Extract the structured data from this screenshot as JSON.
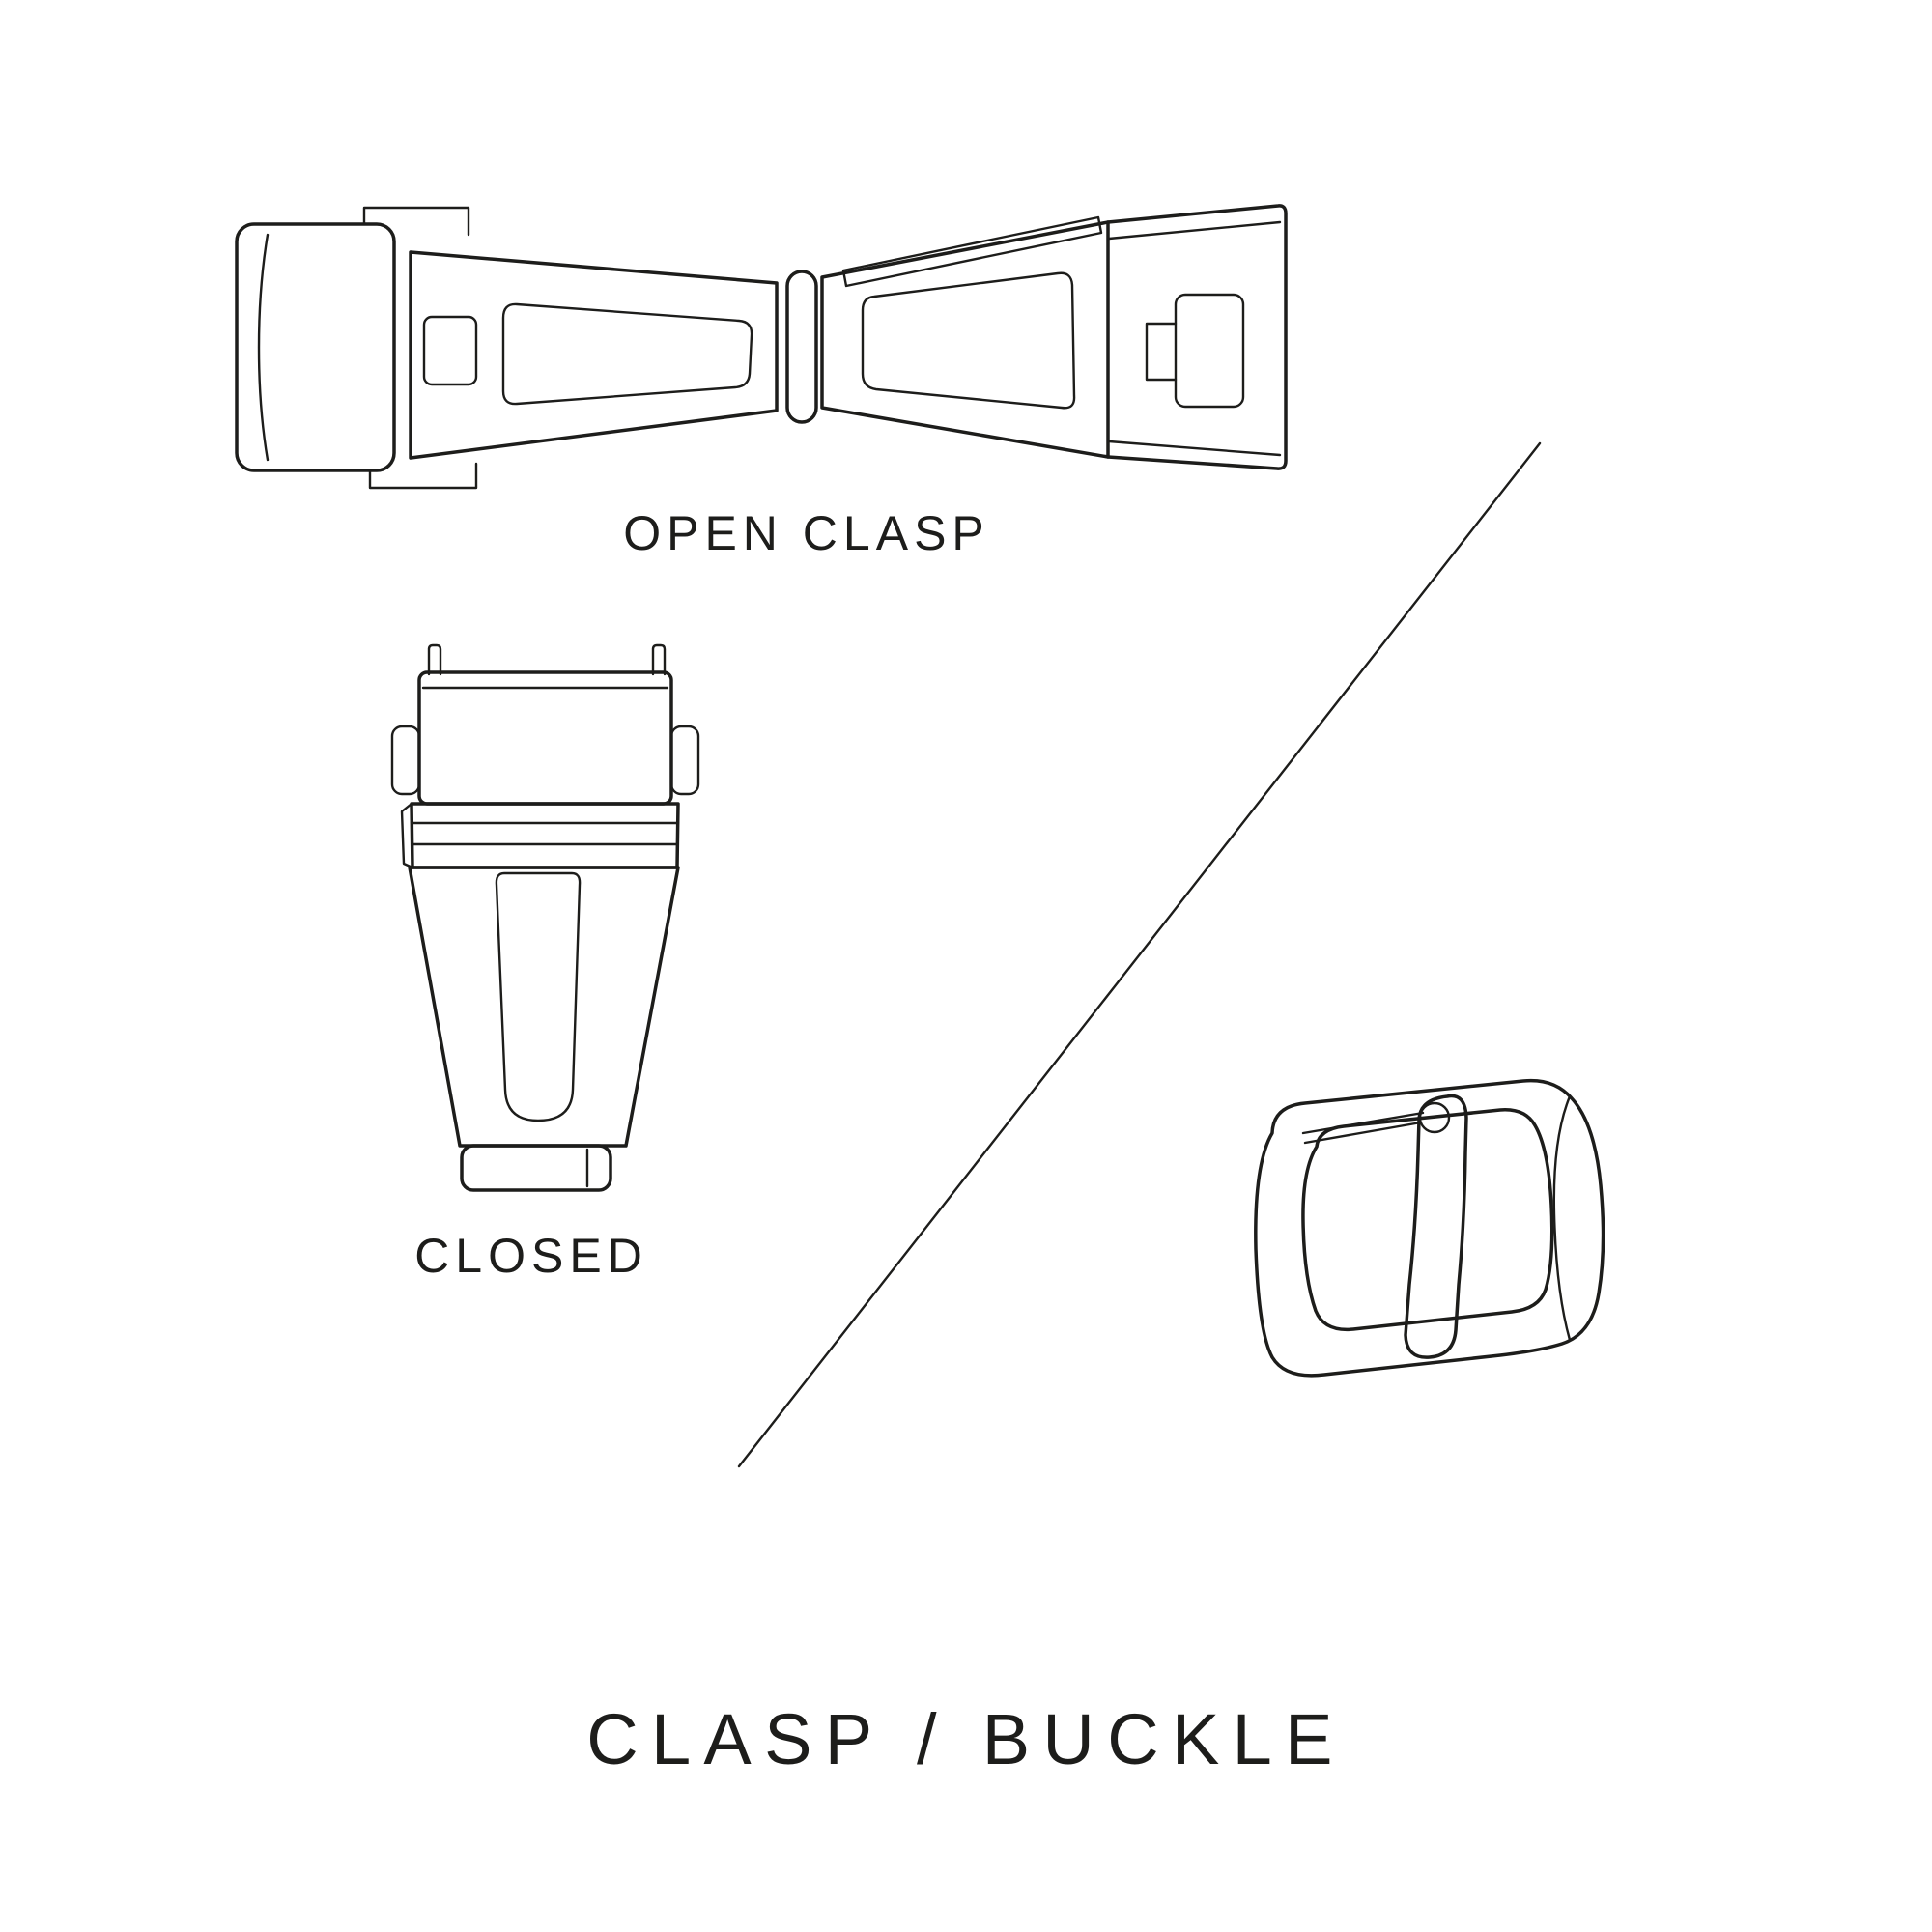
{
  "page": {
    "background": "#ffffff",
    "ink": "#1d1d1b"
  },
  "figures": {
    "open_clasp": {
      "icon": "open-clasp-illustration",
      "label": "OPEN CLASP"
    },
    "closed_clasp": {
      "icon": "closed-clasp-illustration",
      "label": "CLOSED"
    },
    "buckle": {
      "icon": "tang-buckle-illustration"
    }
  },
  "divider": {
    "icon": "diagonal-divider-line"
  },
  "title": {
    "text": "CLASP / BUCKLE"
  }
}
